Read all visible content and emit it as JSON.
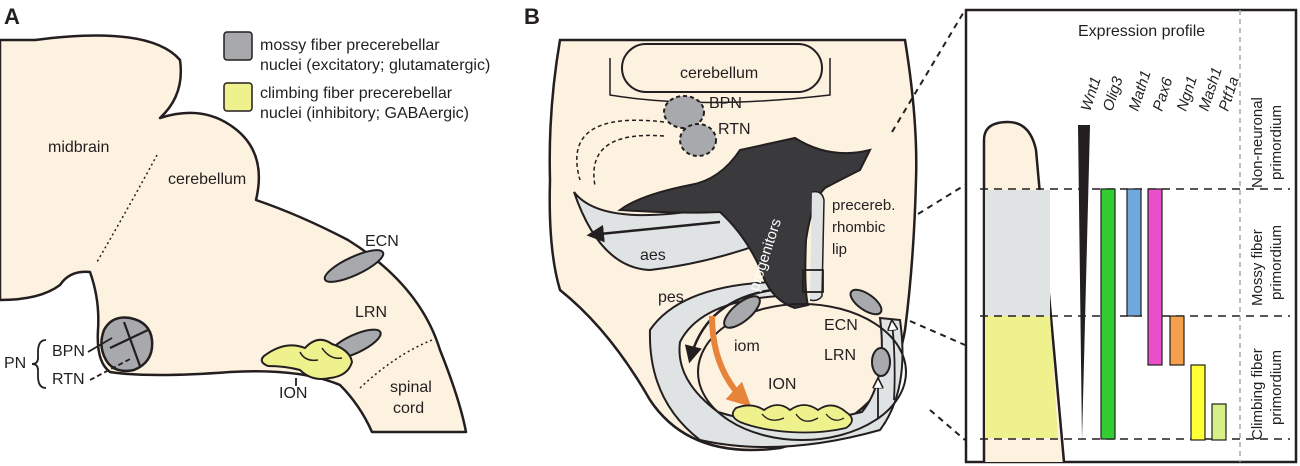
{
  "panel_a": {
    "letter": "A",
    "legend": {
      "mossy": {
        "line1": "mossy fiber precerebellar",
        "line2": "nuclei (excitatory; glutamatergic)",
        "color": "#a7a9ac"
      },
      "climbing": {
        "line1": "climbing fiber precerebellar",
        "line2": "nuclei (inhibitory; GABAergic)",
        "color": "#eef18c"
      }
    },
    "labels": {
      "midbrain": "midbrain",
      "cerebellum": "cerebellum",
      "ecn": "ECN",
      "lrn": "LRN",
      "ion": "ION",
      "spinal_line1": "spinal",
      "spinal_line2": "cord",
      "pn": "PN",
      "bpn": "BPN",
      "rtn": "RTN"
    }
  },
  "panel_b": {
    "letter": "B",
    "labels": {
      "cerebellum": "cerebellum",
      "bpn": "BPN",
      "rtn": "RTN",
      "progenitors": "progenitors",
      "precereb_line1": "precereb.",
      "precereb_line2": "rhombic",
      "precereb_line3": "lip",
      "aes": "aes",
      "pes": "pes",
      "iom": "iom",
      "ecn": "ECN",
      "lrn": "LRN",
      "ion": "ION"
    }
  },
  "expression": {
    "title": "Expression profile",
    "genes": [
      "Wnt1",
      "Olig3",
      "Math1",
      "Pax6",
      "Ngn1",
      "Mash1",
      "Ptf1a"
    ],
    "gene_colors": [
      "#231f20",
      "#33cc33",
      "#6fa8dc",
      "#e94fc8",
      "#f5a04a",
      "#ffff33",
      "#d6ef86"
    ],
    "zones": [
      {
        "label_line1": "Non-neuronal",
        "label_line2": "primordium",
        "color": "#fdf1e0"
      },
      {
        "label_line1": "Mossy fiber",
        "label_line2": "primordium",
        "color": "#dfe3e3"
      },
      {
        "label_line1": "Climbing fiber",
        "label_line2": "primordium",
        "color": "#eef18c"
      }
    ]
  }
}
